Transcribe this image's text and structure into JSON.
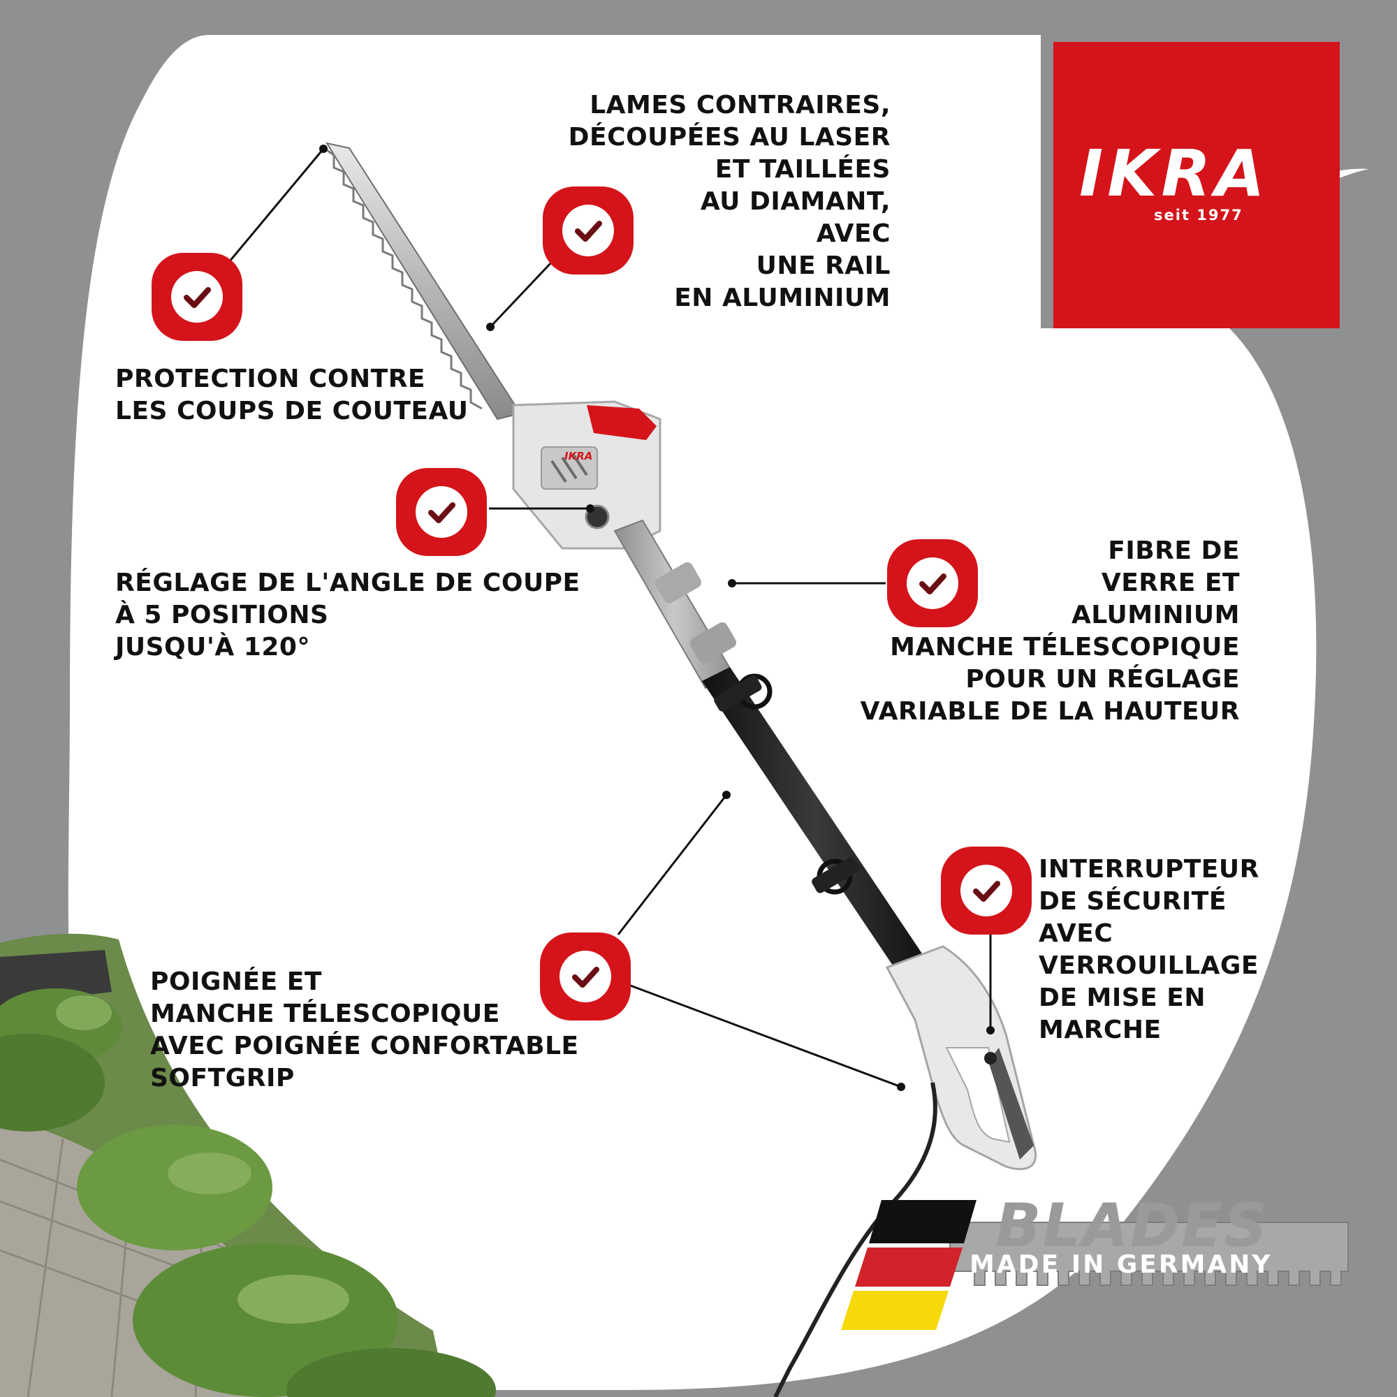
{
  "features": {
    "blade_protection": "PROTECTION CONTRE\nLES COUPS DE COUTEAU",
    "laser_blades": "LAMES CONTRAIRES,\nDÉCOUPÉES AU LASER\nET TAILLÉES\nAU DIAMANT,\nAVEC\nUNE RAIL\nEN ALUMINIUM",
    "angle_adjust": "RÉGLAGE DE L'ANGLE DE COUPE\nÀ 5 POSITIONS\nJUSQU'À 120°",
    "telescopic_shaft": "FIBRE DE\nVERRE ET\nALUMINIUM\nMANCHE TÉLESCOPIQUE\nPOUR UN RÉGLAGE\nVARIABLE DE LA HAUTEUR",
    "safety_switch": "INTERRUPTEUR\nDE SÉCURITÉ\nAVEC\nVERROUILLAGE\nDE MISE EN\nMARCHE",
    "softgrip_handle": "POIGNÉE ET\nMANCHE TÉLESCOPIQUE\nAVEC POIGNÉE CONFORTABLE\nSOFTGRIP"
  },
  "brand": {
    "name": "IKRA",
    "since": "seit 1977",
    "head_label": "IKRA",
    "color": "#d4141a"
  },
  "badge": {
    "line1": "BLADES",
    "line2": "MADE IN GERMANY",
    "flag_colors": [
      "#111111",
      "#d2232a",
      "#f5d90a"
    ]
  },
  "icons": {
    "check_badge": "check-circle-icon"
  },
  "colors": {
    "background": "#8e9092",
    "panel": "#ffffff",
    "accent": "#d4141a",
    "text": "#111111"
  }
}
